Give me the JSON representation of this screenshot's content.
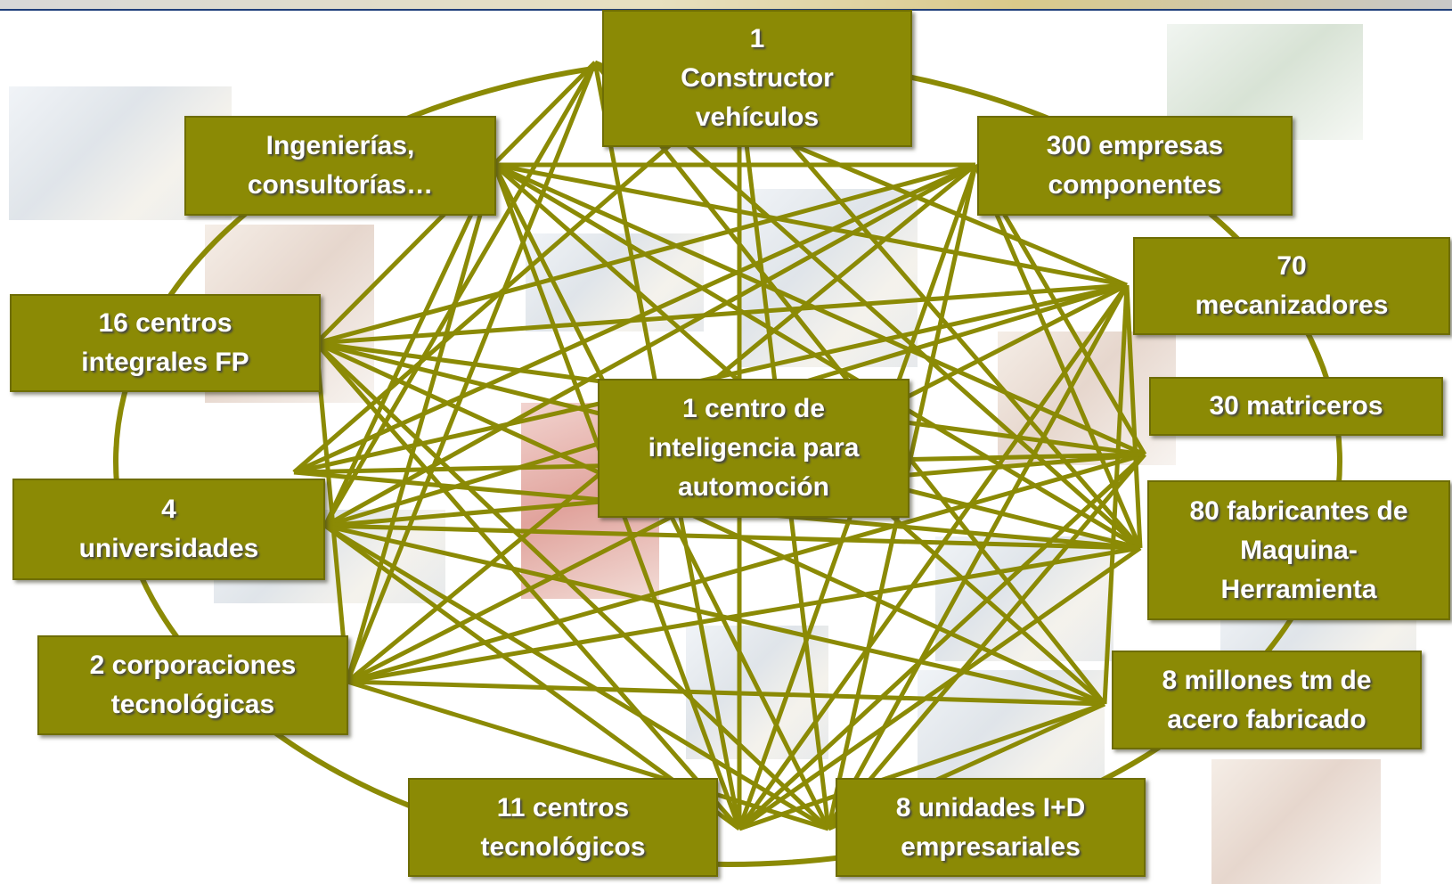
{
  "colors": {
    "node_fill": "#8b8a05",
    "line": "#8b8a05",
    "text": "#ffffff",
    "top_rule": "#1f3e7a"
  },
  "nodes": {
    "constructor": {
      "lines": [
        "1",
        "Constructor",
        "vehículos"
      ]
    },
    "ingenierias": {
      "lines": [
        "Ingenierías,",
        "consultorías…"
      ]
    },
    "componentes": {
      "lines": [
        "300 empresas",
        "componentes"
      ]
    },
    "mecanizadores": {
      "lines": [
        "70",
        "mecanizadores"
      ]
    },
    "fp": {
      "lines": [
        "16 centros",
        "integrales FP"
      ]
    },
    "matriceros": {
      "lines": [
        "30 matriceros"
      ]
    },
    "centro": {
      "lines": [
        "1 centro de",
        "inteligencia para",
        "automoción"
      ]
    },
    "universidades": {
      "lines": [
        "4",
        "universidades"
      ]
    },
    "maquina": {
      "lines": [
        "80 fabricantes de",
        "Maquina-",
        "Herramienta"
      ]
    },
    "corporaciones": {
      "lines": [
        "2 corporaciones",
        "tecnológicas"
      ]
    },
    "acero": {
      "lines": [
        "8 millones tm de",
        "acero fabricado"
      ]
    },
    "tecnologicos": {
      "lines": [
        "11 centros",
        "tecnológicos"
      ]
    },
    "idempresas": {
      "lines": [
        "8 unidades I+D",
        "empresariales"
      ]
    }
  }
}
